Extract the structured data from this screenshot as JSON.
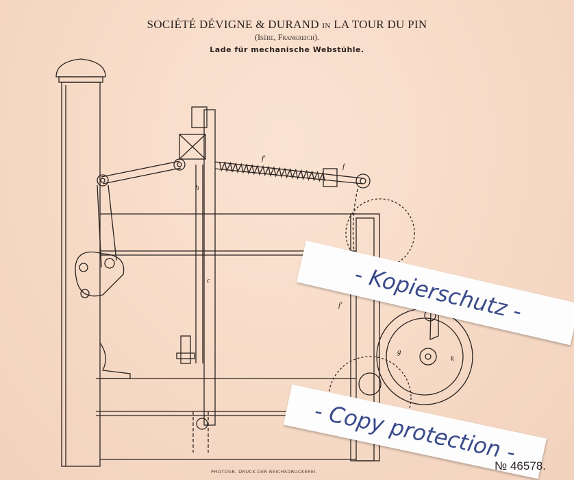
{
  "header": {
    "title_main": "SOCIÉTÉ DÉVIGNE & DURAND",
    "title_in": "IN",
    "title_place": "LA TOUR DU PIN",
    "location": "(Isère, Frankreich).",
    "subtitle": "Lade für mechanische Webstühle."
  },
  "drawing": {
    "labels": [
      "f'",
      "f",
      "f",
      "f'",
      "h",
      "c",
      "f'",
      "g",
      "k"
    ]
  },
  "watermarks": {
    "sticker_1": "- Kopierschutz -",
    "sticker_2": "- Copy protection -"
  },
  "footer": {
    "printer": "PHOTOGR. DRUCK DER REICHSDRUCKEREI.",
    "patent_number": "№ 46578."
  }
}
